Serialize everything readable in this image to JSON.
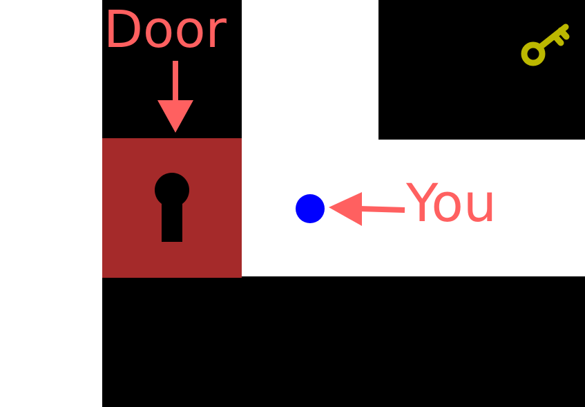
{
  "game": {
    "labels": {
      "door": "Door",
      "player": "You"
    },
    "colors": {
      "wall": "#000000",
      "floor": "#ffffff",
      "door": "#a52a2a",
      "player": "#0000ff",
      "key": "#bcb800",
      "annotation": "#ff6060"
    },
    "icons": {
      "door_lock": "keyhole-icon",
      "key": "key-icon",
      "player": "player-dot"
    }
  }
}
